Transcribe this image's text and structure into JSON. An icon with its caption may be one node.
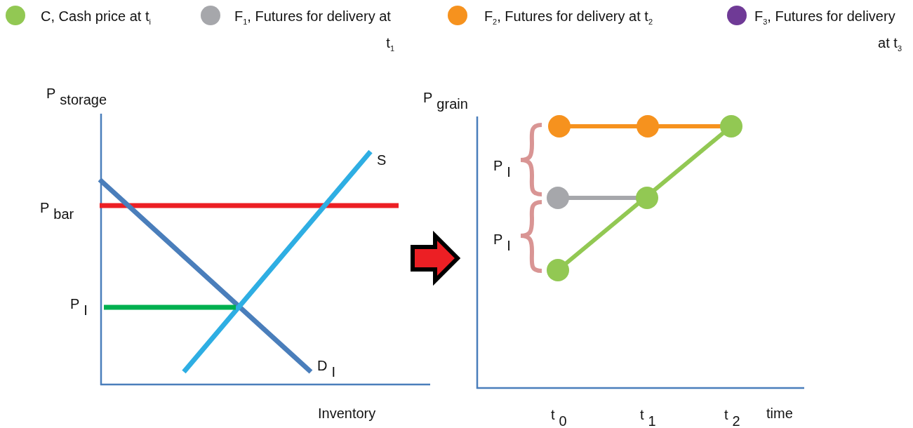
{
  "diagram": {
    "labels": [
      "P$_{storage}$",
      "P$_{bar}$",
      "P$_{I}$",
      "S",
      "D$_{I}$",
      "Inventory",
      "P$_{grain}$",
      "P$_{I}$",
      "P$_{I}$",
      "t$_{0}$",
      "t$_{1}$",
      "t$_{2}$",
      "time"
    ],
    "legend": [
      {
        "text": "C, Cash price at t$_{i}$",
        "color": "#92c853"
      },
      {
        "text": "F$_{1}$, Futures for delivery at t$_{1}$",
        "color": "#a6a7ab"
      },
      {
        "text": "F$_{2}$, Futures for delivery at t$_{2}$",
        "color": "#f6921e"
      },
      {
        "text": "F$_{3}$, Futures for delivery at t$_{3}$",
        "color": "#6f3a96"
      }
    ]
  }
}
